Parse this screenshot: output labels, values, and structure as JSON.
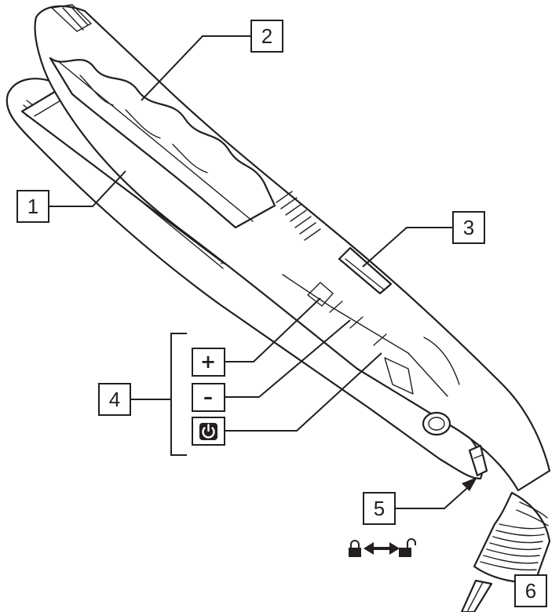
{
  "callouts": [
    {
      "number": "1"
    },
    {
      "number": "2"
    },
    {
      "number": "3"
    },
    {
      "number": "4"
    },
    {
      "number": "5"
    },
    {
      "number": "6"
    }
  ],
  "buttons": {
    "plus": "+",
    "minus": "–"
  },
  "icons": {
    "power": "power-icon",
    "lock": "lock-closed-icon",
    "unlock": "lock-open-icon",
    "slide": "double-arrow-icon"
  }
}
